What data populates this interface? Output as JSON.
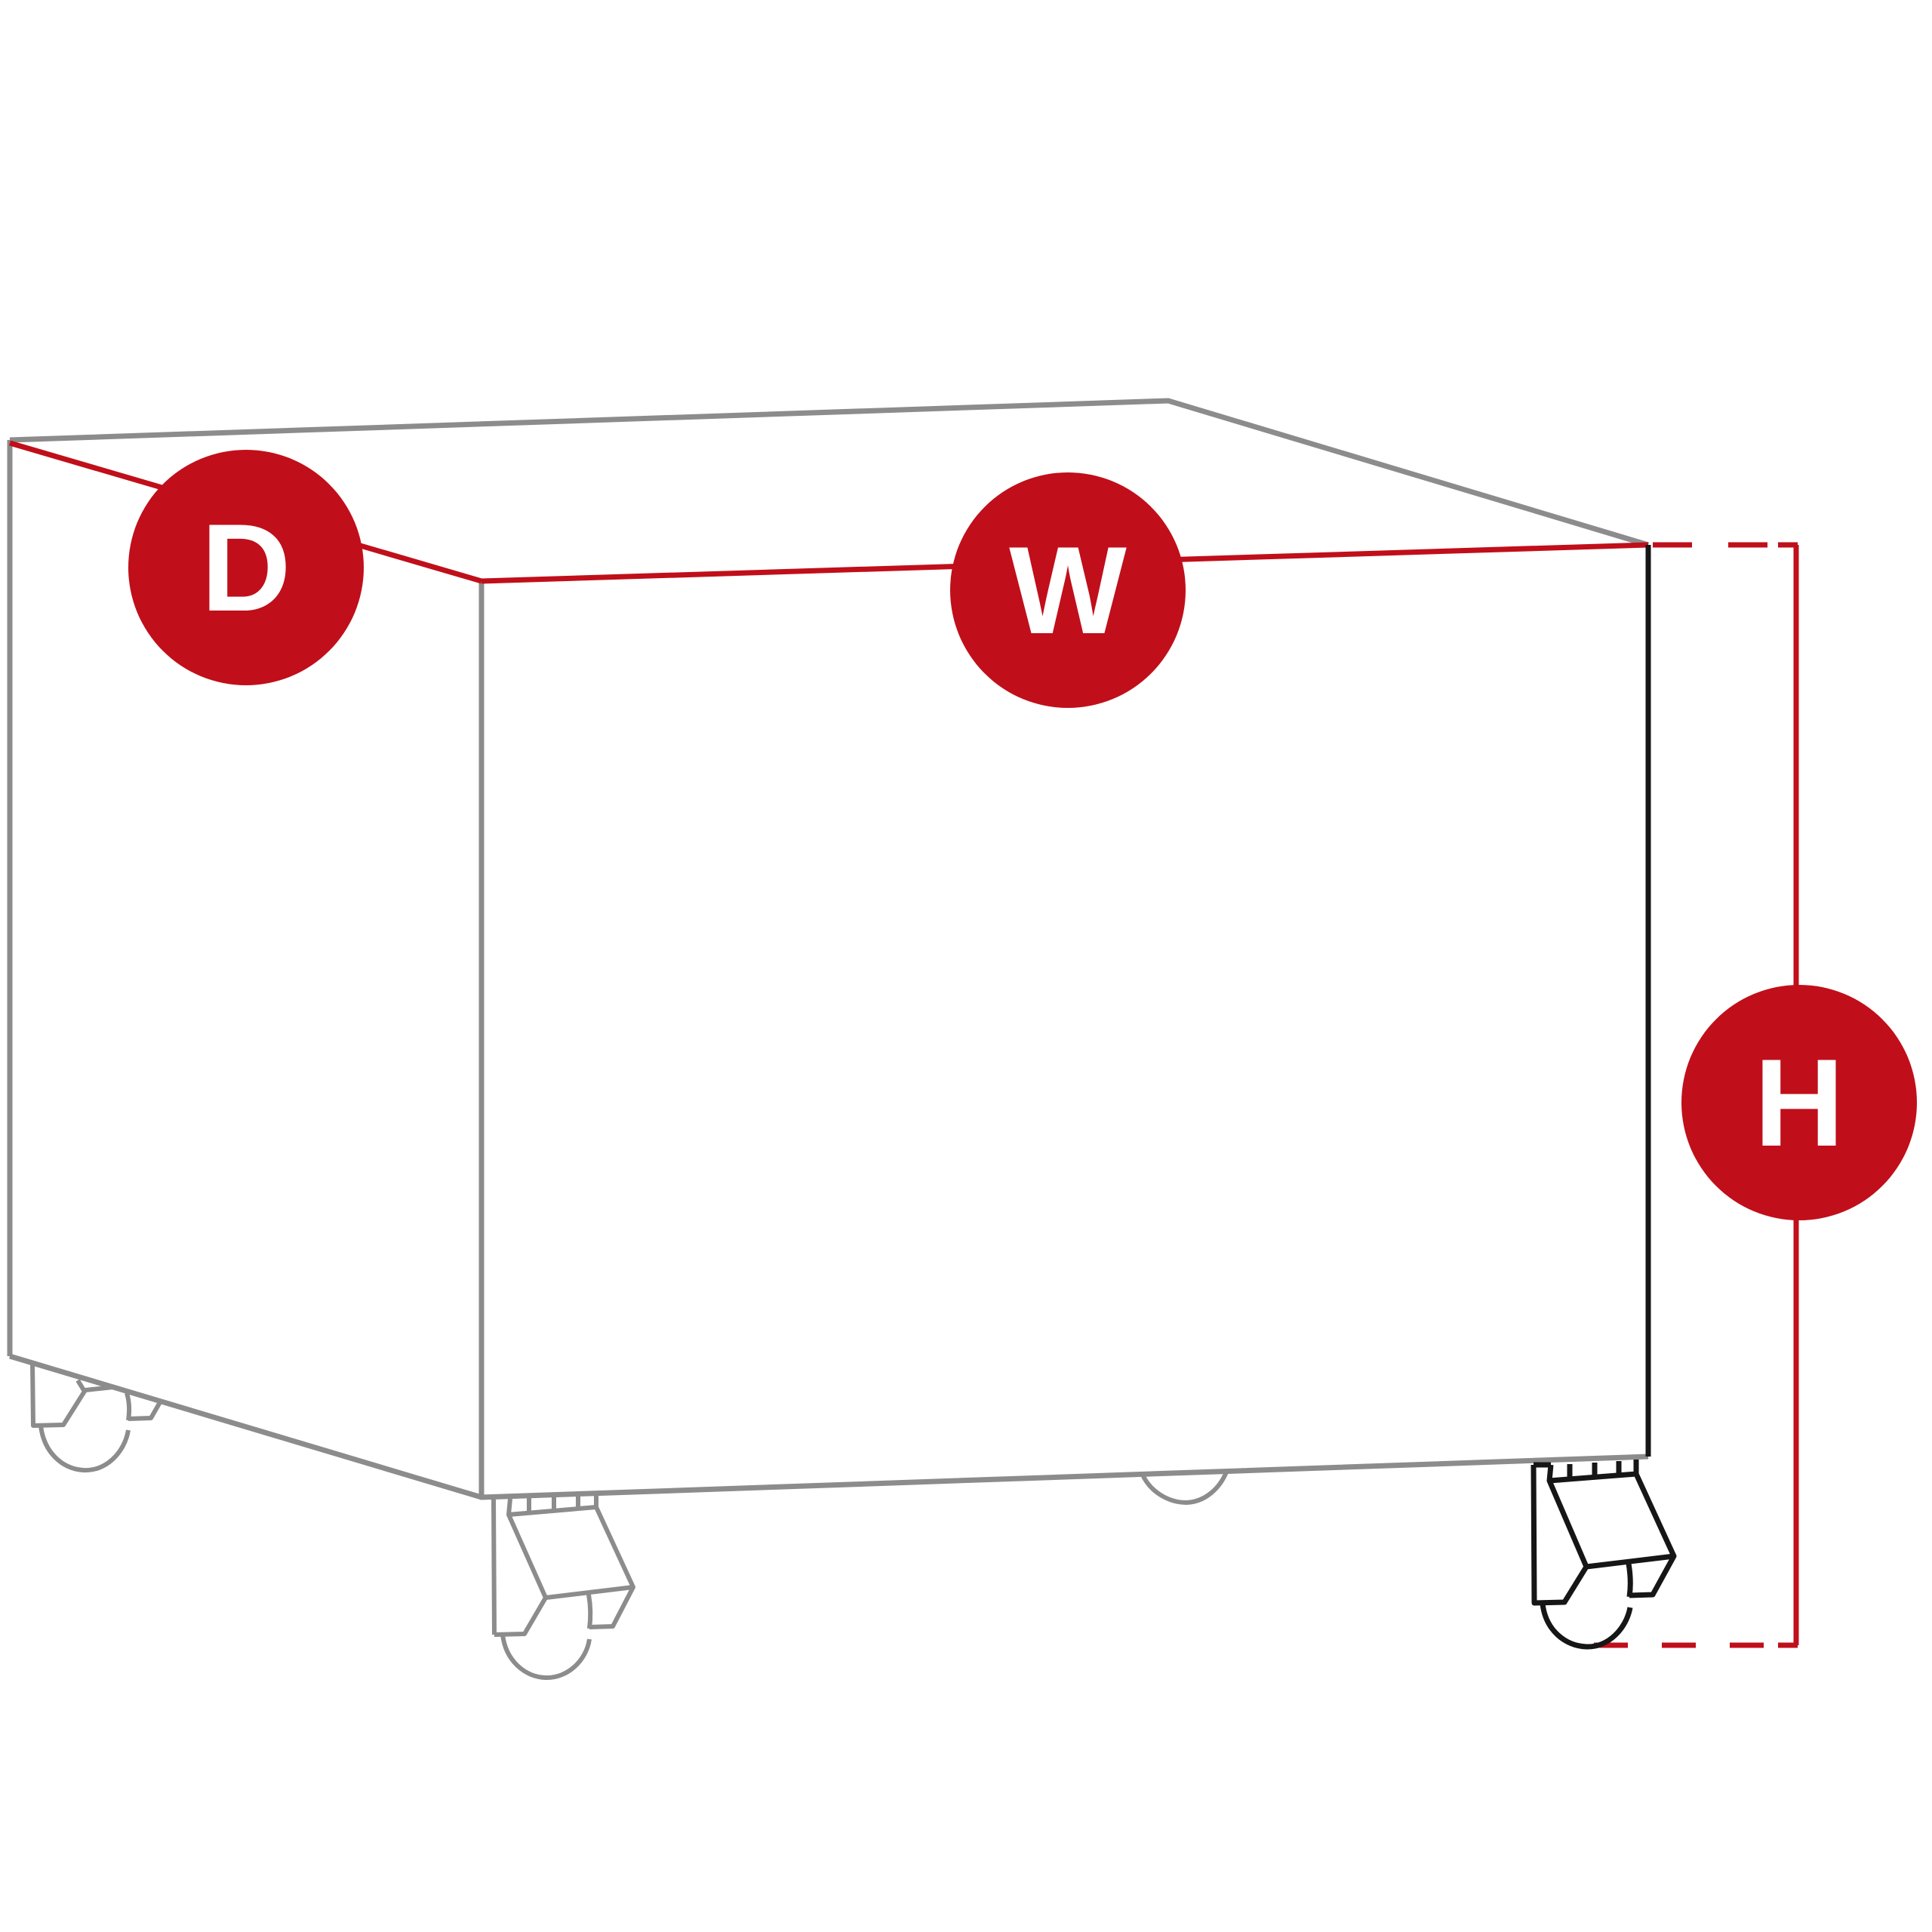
{
  "colors": {
    "accent": "#c00f1a",
    "body_line": "#8c8c8c",
    "highlight_line": "#161616",
    "background": "#ffffff"
  },
  "labels": {
    "depth": "D",
    "width": "W",
    "height": "H"
  }
}
